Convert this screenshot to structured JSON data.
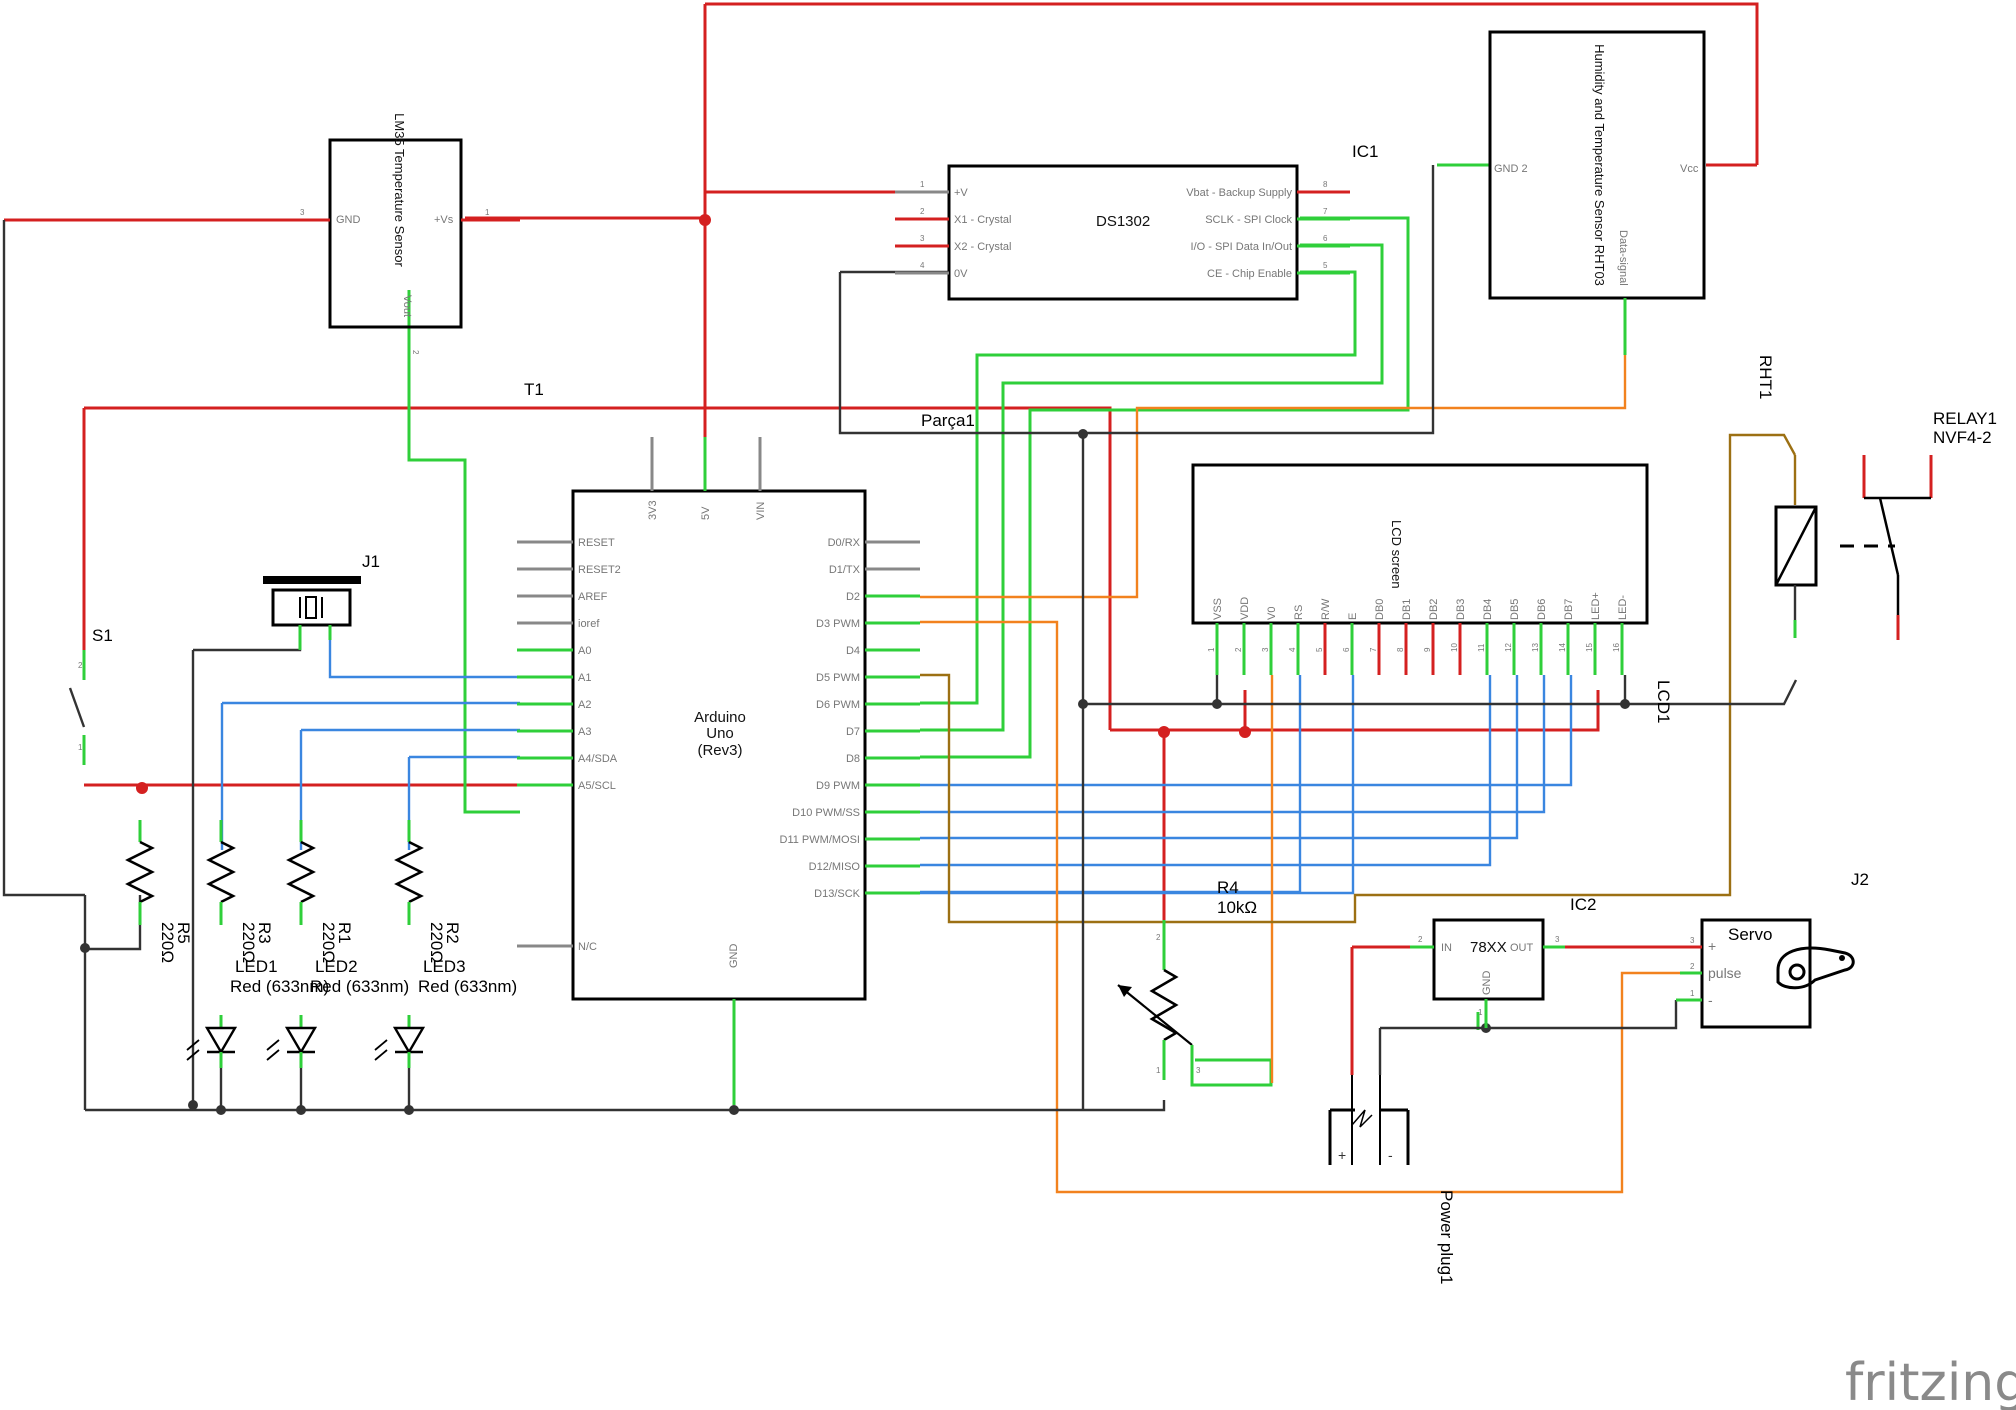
{
  "lm35": {
    "name": "LM35 Temperature Sensor",
    "pins": {
      "gnd": "GND",
      "vs": "+Vs",
      "vout": "Vout"
    },
    "pin_numbers": {
      "gnd": "3",
      "vs": "1",
      "vout": "2"
    }
  },
  "rtc": {
    "ref": "IC1",
    "name": "DS1302",
    "left_pins": [
      "+V",
      "X1 - Crystal",
      "X2 - Crystal",
      "0V"
    ],
    "left_nums": [
      "1",
      "2",
      "3",
      "4"
    ],
    "right_pins": [
      "Vbat - Backup Supply",
      "SCLK - SPI Clock",
      "I/O - SPI Data In/Out",
      "CE - Chip Enable"
    ],
    "right_nums": [
      "8",
      "7",
      "6",
      "5"
    ]
  },
  "rht03": {
    "name": "Humidity and Temperature Sensor RHT03",
    "pins": {
      "gnd": "GND 2",
      "vcc": "Vcc",
      "data": "Data-signal"
    }
  },
  "labels": {
    "t1": "T1",
    "parca1": "Parça1",
    "rht1": "RHT1",
    "relay_ref": "RELAY1",
    "relay_part": "NVF4-2",
    "lcd_ref": "LCD1",
    "j1": "J1",
    "s1": "S1",
    "j2": "J2",
    "ic2": "IC2",
    "r4_ref": "R4",
    "r4_val": "10kΩ",
    "power_plug": "Power plug1"
  },
  "arduino": {
    "name": [
      "Arduino",
      "Uno",
      "(Rev3)"
    ],
    "top_pins": [
      "3V3",
      "5V",
      "VIN"
    ],
    "left_pins": [
      "RESET",
      "RESET2",
      "AREF",
      "ioref",
      "A0",
      "A1",
      "A2",
      "A3",
      "A4/SDA",
      "A5/SCL",
      "N/C"
    ],
    "right_pins": [
      "D0/RX",
      "D1/TX",
      "D2",
      "D3 PWM",
      "D4",
      "D5 PWM",
      "D6 PWM",
      "D7",
      "D8",
      "D9 PWM",
      "D10 PWM/SS",
      "D11 PWM/MOSI",
      "D12/MISO",
      "D13/SCK"
    ],
    "bottom_pin": "GND"
  },
  "lcd": {
    "title": "LCD screen",
    "pins": [
      "VSS",
      "VDD",
      "V0",
      "RS",
      "R/W",
      "E",
      "DB0",
      "DB1",
      "DB2",
      "DB3",
      "DB4",
      "DB5",
      "DB6",
      "DB7",
      "LED+",
      "LED-"
    ]
  },
  "resistors": [
    {
      "ref": "R5",
      "value": "220Ω"
    },
    {
      "ref": "R3",
      "value": "220Ω"
    },
    {
      "ref": "R1",
      "value": "220Ω"
    },
    {
      "ref": "R2",
      "value": "220Ω"
    }
  ],
  "leds": [
    {
      "ref": "LED1",
      "value": "Red (633nm)"
    },
    {
      "ref": "LED2",
      "value": "Red (633nm)"
    },
    {
      "ref": "LED3",
      "value": "Red (633nm)"
    }
  ],
  "regulator": {
    "name": "78XX",
    "pins": {
      "in": "IN",
      "out": "OUT",
      "gnd": "GND"
    },
    "pin_numbers": {
      "in": "2",
      "out": "3",
      "gnd": "1"
    }
  },
  "servo": {
    "name": "Servo",
    "pins": [
      "+",
      "pulse",
      "-"
    ],
    "pin_numbers": [
      "3",
      "2",
      "1"
    ]
  },
  "plug": {
    "plus": "+",
    "minus": "-"
  },
  "brand": "fritzing",
  "colors": {
    "power": "#d42020",
    "signal": "#2fcf3a",
    "data": "#3a86e0",
    "pwm": "#f2821e",
    "relay": "#9c7013",
    "ground": "#333333"
  }
}
